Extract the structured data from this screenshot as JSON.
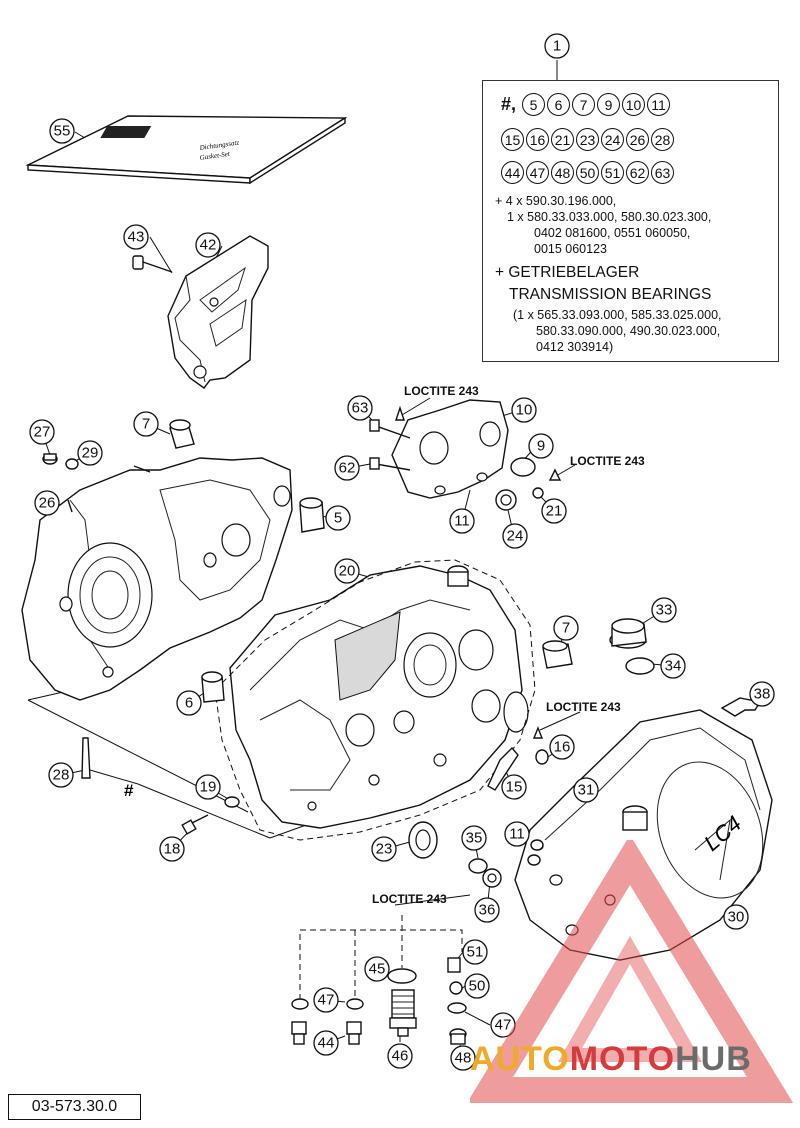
{
  "diagram": {
    "doc_number": "03-573.30.0",
    "loctite_label": "LOCTITE 243",
    "hash_label": "#",
    "callouts": {
      "c1": "1",
      "c5": "5",
      "c6": "6",
      "c7a": "7",
      "c7b": "7",
      "c9": "9",
      "c10": "10",
      "c11a": "11",
      "c11b": "11",
      "c15": "15",
      "c16": "16",
      "c18": "18",
      "c19": "19",
      "c20": "20",
      "c21": "21",
      "c23": "23",
      "c24": "24",
      "c26": "26",
      "c27": "27",
      "c28": "28",
      "c29": "29",
      "c30": "30",
      "c31": "31",
      "c33": "33",
      "c34": "34",
      "c35": "35",
      "c36": "36",
      "c38": "38",
      "c42": "42",
      "c43": "43",
      "c44": "44",
      "c45": "45",
      "c46": "46",
      "c47a": "47",
      "c47b": "47",
      "c48": "48",
      "c50": "50",
      "c51": "51",
      "c55": "55",
      "c62": "62",
      "c63": "63"
    },
    "gasket_kit_text": {
      "line1": "Dichtungssatz",
      "line2": "Gasket-Set"
    },
    "cover_logo": "LC4"
  },
  "kit_box": {
    "hash_comma": "#,",
    "row1": [
      "5",
      "6",
      "7",
      "9",
      "10",
      "11"
    ],
    "row2": [
      "15",
      "16",
      "21",
      "23",
      "24",
      "26",
      "28"
    ],
    "row3": [
      "44",
      "47",
      "48",
      "50",
      "51",
      "62",
      "63"
    ],
    "parts_line1": "+ 4 x 590.30.196.000,",
    "parts_line2": "1 x 580.33.033.000, 580.30.023.300,",
    "parts_line3": "0402 081600, 0551 060050,",
    "parts_line4": "0015 060123",
    "heading_de": "+ GETRIEBELAGER",
    "heading_en": "TRANSMISSION BEARINGS",
    "bearing_line1": "(1 x 565.33.093.000, 585.33.025.000,",
    "bearing_line2": "580.33.090.000, 490.30.023.000,",
    "bearing_line3": "0412 303914)"
  },
  "watermark": {
    "part1": "AUTO",
    "part2": "MOTO",
    "part3": "HUB",
    "colors": {
      "orange": "#f1a928",
      "red": "#d63a3a",
      "gray": "#6b6b6b"
    }
  }
}
